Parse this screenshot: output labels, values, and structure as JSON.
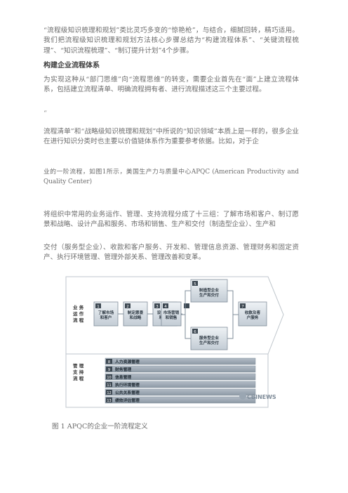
{
  "paragraphs": {
    "p1": "“流程级知识梳理和规划”类比灵巧多变的“惊艳枪”，与结合，细腻回转，精巧适用。我们把流程级知识梳理和规划方法核心步骤总结为“构建流程体系”、“关键流程梳理”、“知识流程梳理”、“制订提升计划”4个步骤。",
    "heading": "构建企业流程体系",
    "p2": "为实现这种从“部门思维”向“流程思维”的转变，需要企业首先在“面”上建立流程体系，包括建立流程清单、明确流程拥有者、进行流程描述这三个主要过程。",
    "quote": "“",
    "p3": "流程清单”和“战略级知识梳理和规划”中所说的“知识领域”本质上是一样的，很多企业在进行知识分类时也主要以价值链体系作为重要参考依据。比如，对于企",
    "p4": "业的一阶流程，如图1所示，美国生产力与质量中心APQC (American Productivity and Quality Center)",
    "p5": "将组织中常用的业务运作、管理、支持流程分成了十三组：了解市场和客户、制订愿景和战略、设计产品和服务、市场和销售、生产和交付（制造型企业）、生产和",
    "p6": "交付（服务型企业）、收款和客户服务、开发和、管理信息资源、管理财务和固定资产、执行环境管理、管理外部关系、管理改善和变革。"
  },
  "figure": {
    "left_label_top": "业务运作流程",
    "left_label_bottom": "管理支持流程",
    "steps": [
      {
        "num": "1",
        "label": "了解市场和客户"
      },
      {
        "num": "2",
        "label": "制定愿景和战略"
      },
      {
        "num": "3",
        "label": "设计产品和服务"
      },
      {
        "num": "4",
        "label": "市场营销和销售"
      },
      {
        "num": "7",
        "label": "收款及客户服务"
      }
    ],
    "branch_top": {
      "num": "5",
      "label": "制造型企业生产和交付"
    },
    "branch_bottom": {
      "num": "6",
      "label": "服务型企业生产和交付"
    },
    "bars": [
      {
        "num": "8",
        "label": "人力资源管理"
      },
      {
        "num": "9",
        "label": "财务管理"
      },
      {
        "num": "10",
        "label": "信息管理"
      },
      {
        "num": "11",
        "label": "执行环境管理"
      },
      {
        "num": "12",
        "label": "公共关系管理"
      },
      {
        "num": "13",
        "label": "绩效评估管理"
      }
    ],
    "watermark": "CBINEWS",
    "colors": {
      "box": "#c9d3dd",
      "box_border": "#7f8c99",
      "bar": "#9aa6b2",
      "num": "#3d4852",
      "frame": "#bfc6cc"
    }
  },
  "caption": "图 1  APQC的企业一阶流程定义"
}
